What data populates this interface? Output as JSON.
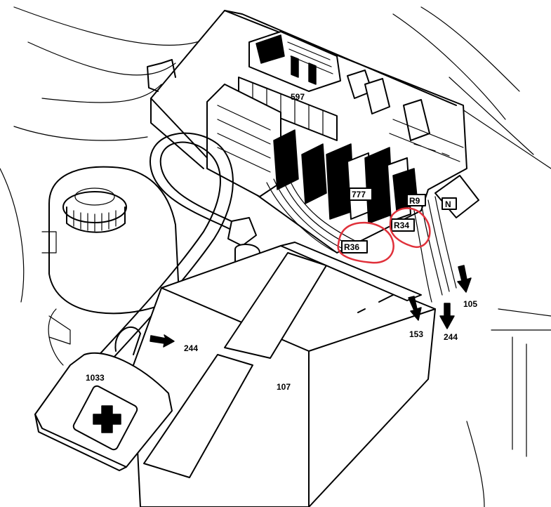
{
  "diagram": {
    "highlight_color": "#e0303a",
    "labels": {
      "fuse_box": "597",
      "relay_777": "777",
      "relay_r9": "R9",
      "relay_r34": "R34",
      "relay_r36": "R36",
      "connector_n": "N",
      "item_105": "105",
      "item_153": "153",
      "item_244_right": "244",
      "item_244_battery": "244",
      "battery": "107",
      "terminal_cover": "1033"
    }
  }
}
